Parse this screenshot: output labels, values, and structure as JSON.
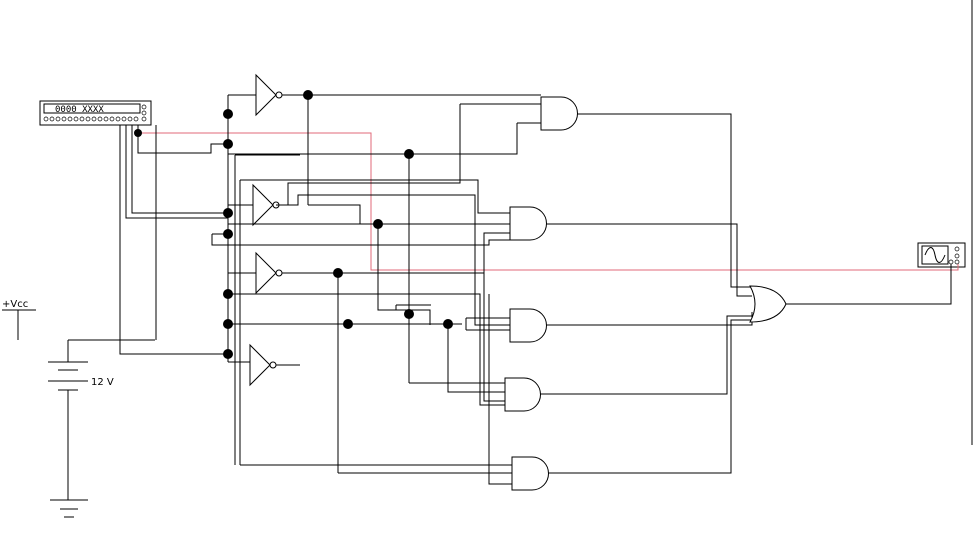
{
  "word_generator": {
    "display": "0000 XXXX"
  },
  "supply": {
    "vcc_label": "+Vcc",
    "battery_label": "12 V"
  },
  "oscilloscope": {
    "icon": "sine-wave-icon"
  },
  "colors": {
    "wire": "#000000",
    "probe_wire": "#e06a78",
    "background": "#ffffff"
  },
  "gates": {
    "not_gates": 4,
    "and_gates": 5,
    "or_gates": 1
  }
}
